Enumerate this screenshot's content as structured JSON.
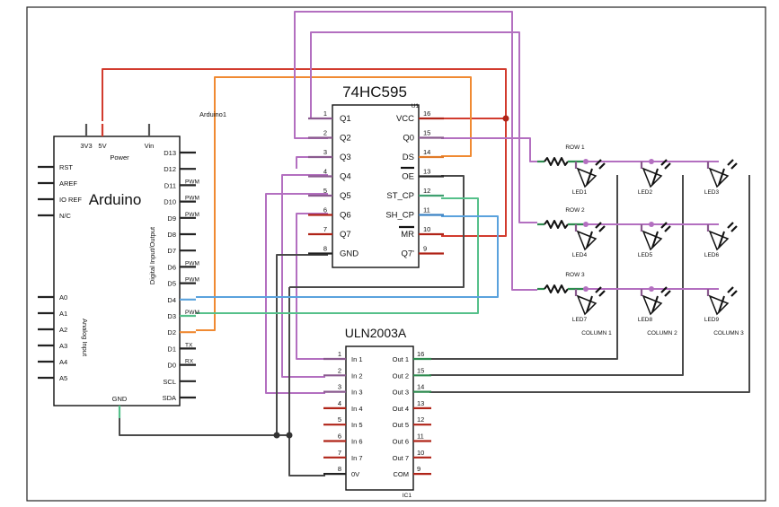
{
  "arduino": {
    "board_label": "Arduino1",
    "title": "Arduino",
    "power_label": "Power",
    "top_pins": [
      "3V3",
      "5V",
      "Vin"
    ],
    "left_pins": [
      "RST",
      "AREF",
      "IO REF",
      "N/C"
    ],
    "analog_pins": [
      "A0",
      "A1",
      "A2",
      "A3",
      "A4",
      "A5"
    ],
    "analog_label": "Analog Input",
    "digital_label": "Digital Input/Output",
    "right_pins": [
      "D13",
      "D12",
      "D11",
      "D10",
      "D9",
      "D8",
      "D7",
      "D6",
      "D5",
      "D4",
      "D3",
      "D2",
      "D1",
      "D0",
      "SCL",
      "SDA"
    ],
    "pwm_label": "PWM",
    "tx_label": "TX",
    "rx_label": "RX",
    "gnd_label": "GND"
  },
  "shift_register": {
    "title": "74HC595",
    "ref": "U1",
    "left_pins": [
      {
        "num": "1",
        "name": "Q1"
      },
      {
        "num": "2",
        "name": "Q2"
      },
      {
        "num": "3",
        "name": "Q3"
      },
      {
        "num": "4",
        "name": "Q4"
      },
      {
        "num": "5",
        "name": "Q5"
      },
      {
        "num": "6",
        "name": "Q6"
      },
      {
        "num": "7",
        "name": "Q7"
      },
      {
        "num": "8",
        "name": "GND"
      }
    ],
    "right_pins": [
      {
        "num": "16",
        "name": "VCC"
      },
      {
        "num": "15",
        "name": "Q0"
      },
      {
        "num": "14",
        "name": "DS"
      },
      {
        "num": "13",
        "name": "OE"
      },
      {
        "num": "12",
        "name": "ST_CP"
      },
      {
        "num": "11",
        "name": "SH_CP"
      },
      {
        "num": "10",
        "name": "MR"
      },
      {
        "num": "9",
        "name": "Q7'"
      }
    ]
  },
  "driver": {
    "title": "ULN2003A",
    "ref": "IC1",
    "left_pins": [
      {
        "num": "1",
        "name": "In 1"
      },
      {
        "num": "2",
        "name": "In 2"
      },
      {
        "num": "3",
        "name": "In 3"
      },
      {
        "num": "4",
        "name": "In 4"
      },
      {
        "num": "5",
        "name": "In 5"
      },
      {
        "num": "6",
        "name": "In 6"
      },
      {
        "num": "7",
        "name": "In 7"
      },
      {
        "num": "8",
        "name": "0V"
      }
    ],
    "right_pins": [
      {
        "num": "16",
        "name": "Out 1"
      },
      {
        "num": "15",
        "name": "Out 2"
      },
      {
        "num": "14",
        "name": "Out 3"
      },
      {
        "num": "13",
        "name": "Out 4"
      },
      {
        "num": "12",
        "name": "Out 5"
      },
      {
        "num": "11",
        "name": "Out 6"
      },
      {
        "num": "10",
        "name": "Out 7"
      },
      {
        "num": "9",
        "name": "COM"
      }
    ]
  },
  "matrix": {
    "rows": [
      "ROW 1",
      "ROW 2",
      "ROW 3"
    ],
    "columns": [
      "COLUMN 1",
      "COLUMN 2",
      "COLUMN 3"
    ],
    "leds": [
      "LED1",
      "LED2",
      "LED3",
      "LED4",
      "LED5",
      "LED6",
      "LED7",
      "LED8",
      "LED9"
    ]
  },
  "colors": {
    "red": "#d23b2e",
    "orange": "#f08a32",
    "purple": "#b36fc0",
    "gray": "#4a4a4a",
    "green": "#55c08a",
    "blue": "#5aa2dd"
  }
}
